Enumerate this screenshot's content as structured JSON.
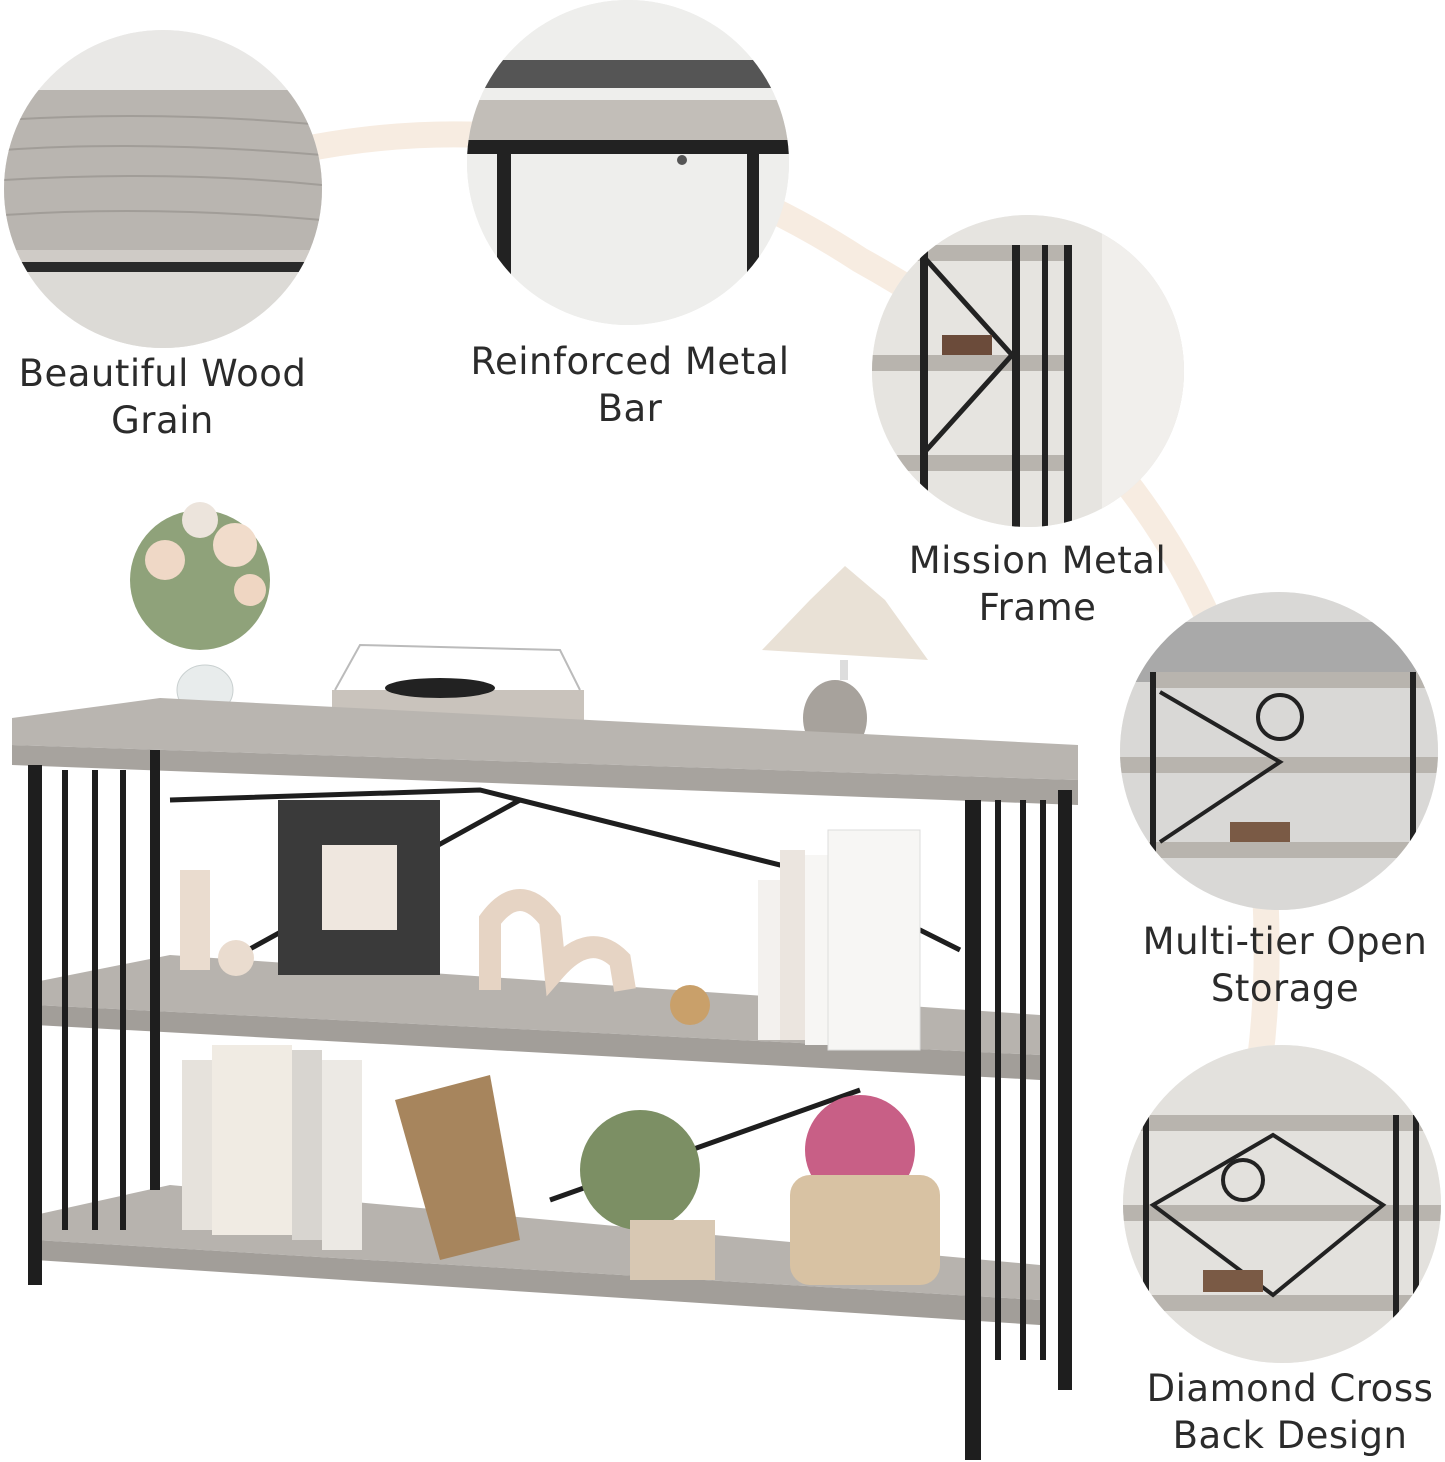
{
  "features": [
    {
      "line1": "Beautiful Wood",
      "line2": "Grain",
      "image": "wood-grain-closeup"
    },
    {
      "line1": "Reinforced Metal",
      "line2": "Bar",
      "image": "metal-bar-closeup"
    },
    {
      "line1": "Mission Metal",
      "line2": "Frame",
      "image": "side-frame-closeup"
    },
    {
      "line1": "Multi-tier Open",
      "line2": "Storage",
      "image": "shelves-closeup"
    },
    {
      "line1": "Diamond Cross",
      "line2": "Back Design",
      "image": "cross-back-closeup"
    }
  ],
  "colors": {
    "wood": "#b7b3ae",
    "metal": "#1f1f1f",
    "accent_arc": "#f7ece1",
    "text": "#2b2b2b"
  }
}
